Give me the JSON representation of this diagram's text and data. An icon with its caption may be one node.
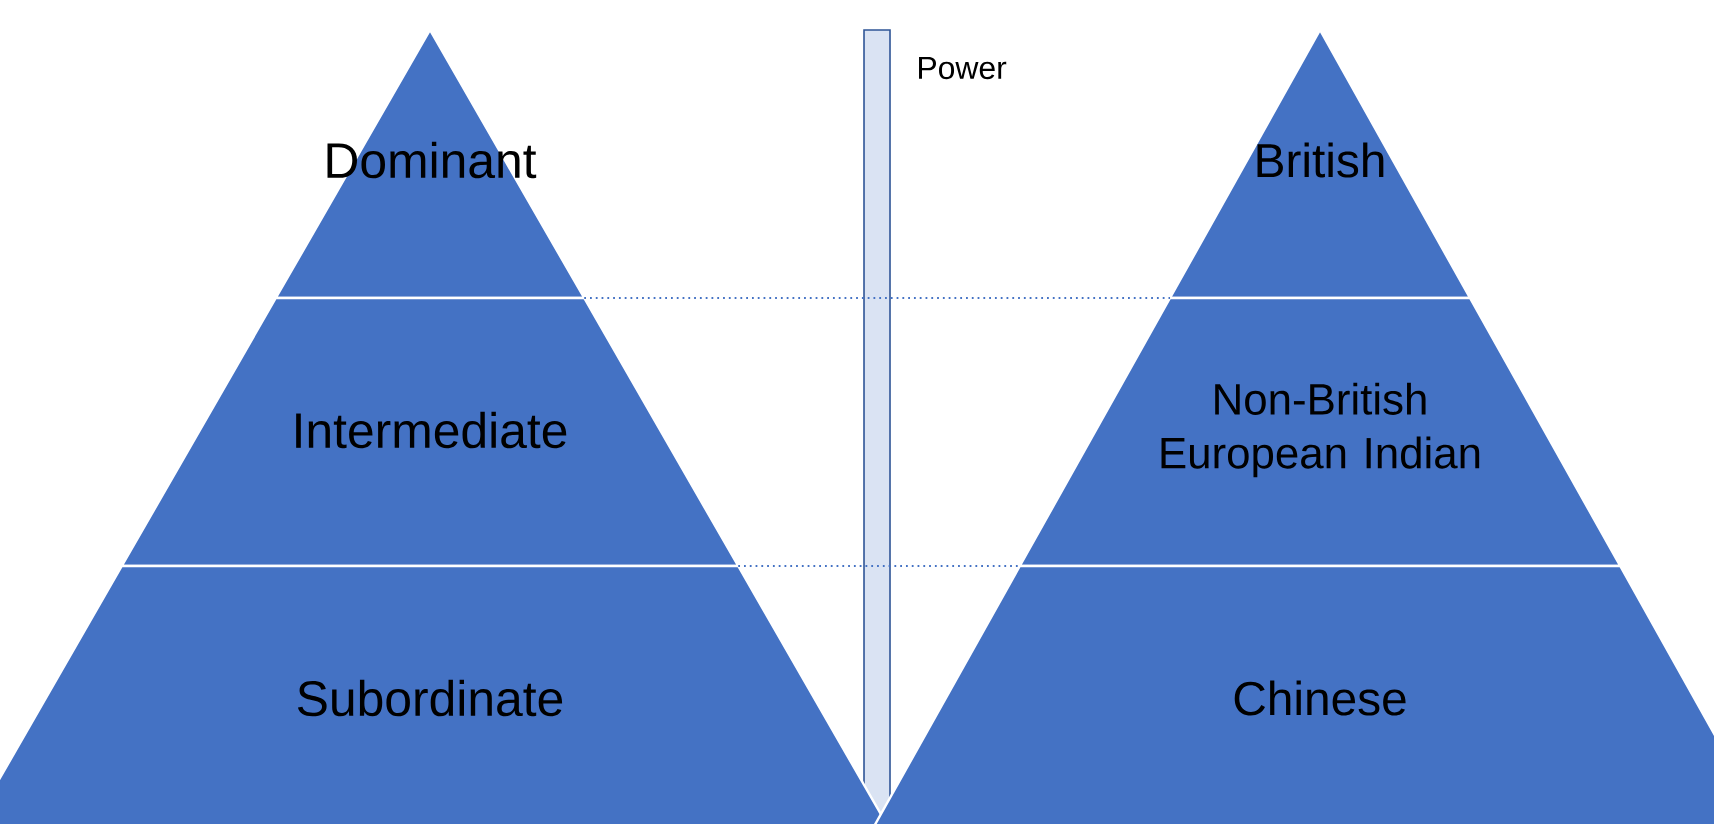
{
  "diagram": {
    "nodes": [
      {
        "text": [
          "Dominant"
        ]
      },
      {
        "text": [
          "Intermediate"
        ]
      },
      {
        "text": [
          "Subordinate"
        ]
      },
      {
        "text": [
          "British"
        ]
      },
      {
        "text": [
          "Non-British European Indian"
        ]
      },
      {
        "text": [
          "Chinese"
        ]
      }
    ],
    "edges": [
      {
        "from": 1,
        "to": 4,
        "arrow": "none",
        "style": "dashed"
      },
      {
        "from": 2,
        "to": 5,
        "arrow": "none",
        "style": "dashed"
      }
    ],
    "labels": [
      "Power"
    ]
  }
}
